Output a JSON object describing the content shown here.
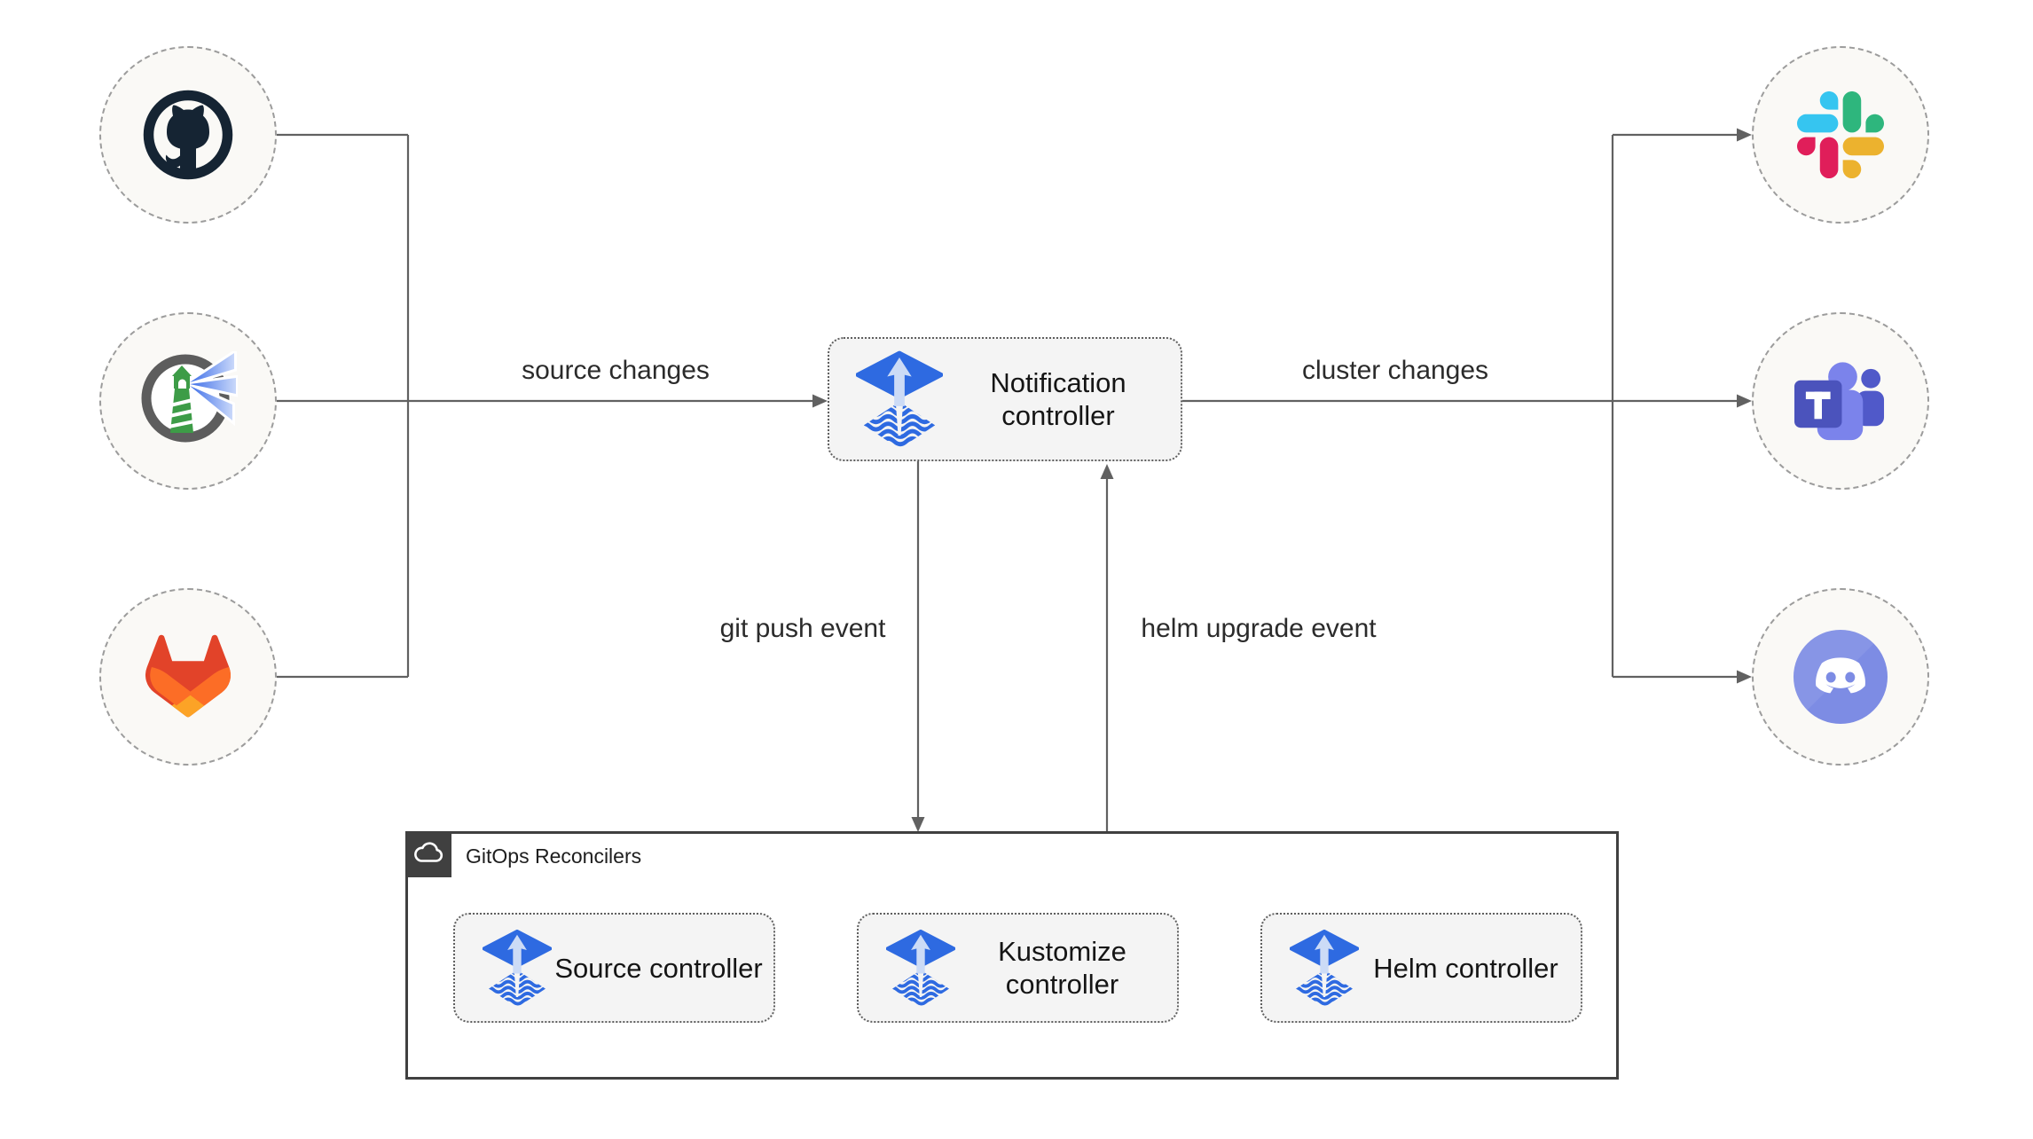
{
  "diagram": {
    "notification": {
      "label": "Notification controller",
      "icon": "flux-icon"
    },
    "reconcilers": {
      "title": "GitOps Reconcilers",
      "header_icon": "cloud-icon",
      "controllers": [
        {
          "label": "Source controller",
          "icon": "flux-icon"
        },
        {
          "label": "Kustomize controller",
          "icon": "flux-icon"
        },
        {
          "label": "Helm controller",
          "icon": "flux-icon"
        }
      ]
    },
    "sources": [
      {
        "icon": "github-icon"
      },
      {
        "icon": "harbor-icon"
      },
      {
        "icon": "gitlab-icon"
      }
    ],
    "targets": [
      {
        "icon": "slack-icon"
      },
      {
        "icon": "teams-icon"
      },
      {
        "icon": "discord-icon"
      }
    ],
    "edges": {
      "source_changes": "source changes",
      "cluster_changes": "cluster changes",
      "git_push": "git push event",
      "helm_upgrade": "helm upgrade event"
    },
    "colors": {
      "connector": "#616161",
      "box_background": "#f4f4f4",
      "box_border": "#5f5f5f",
      "circle_border": "#9c9c9c",
      "circle_background": "#faf9f6",
      "group_border": "#404040",
      "flux_blue": "#2e6ae1",
      "flux_arrow_light": "#ccdbf6",
      "github_navy": "#152433",
      "harbor_green": "#3d9c47",
      "harbor_gray": "#5d5d5d",
      "harbor_beam_blue": "#4878ec",
      "gitlab_red": "#e24329",
      "gitlab_orange": "#fc6d26",
      "gitlab_yellow": "#fca326",
      "slack_blue": "#36c5f0",
      "slack_green": "#2eb67d",
      "slack_red": "#e01e5a",
      "slack_yellow": "#ecb22e",
      "teams_dark_purple": "#4b53bc",
      "teams_mid_purple": "#5059c9",
      "teams_light_purple": "#7b83eb",
      "discord_blurple": "#7d8ce4"
    }
  }
}
